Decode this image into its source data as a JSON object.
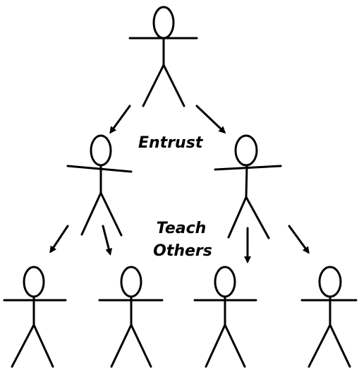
{
  "diagram": {
    "labels": {
      "entrust": "Entrust",
      "teach": "Teach",
      "others": "Others"
    },
    "colors": {
      "stroke": "#000000",
      "background": "#ffffff"
    }
  }
}
